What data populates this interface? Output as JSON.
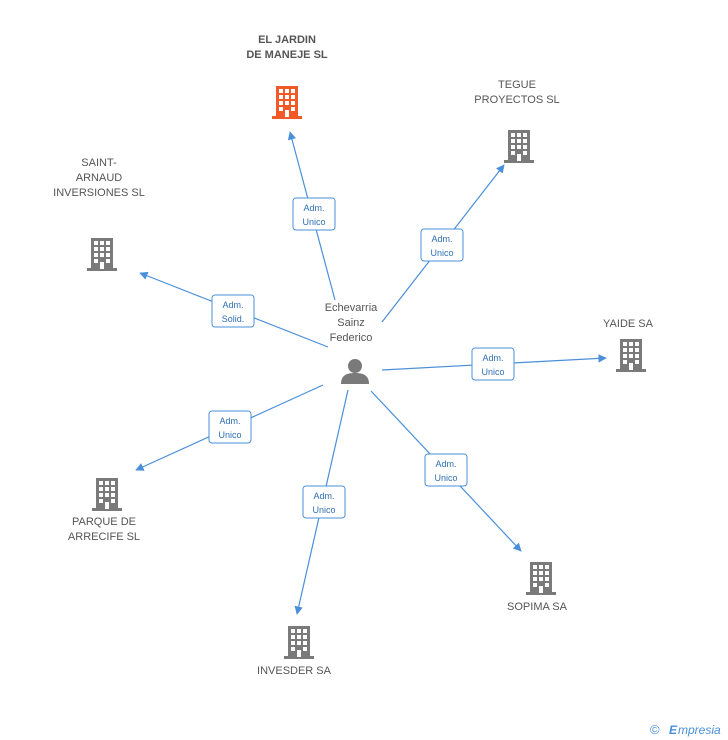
{
  "colors": {
    "edge": "#4a8fd9",
    "building": "#7a7a7a",
    "building_main": "#f05a28",
    "person": "#7a7a7a",
    "text": "#555555",
    "brand": "#4a8fd9"
  },
  "person": {
    "name_lines": [
      "Echevarria",
      "Sainz",
      "Federico"
    ],
    "icon": "person-icon"
  },
  "companies": [
    {
      "id": "el-jardin",
      "lines": [
        "EL JARDIN",
        "DE MANEJE SL"
      ],
      "main": true,
      "role": [
        "Adm.",
        "Unico"
      ]
    },
    {
      "id": "tegue",
      "lines": [
        "TEGUE",
        "PROYECTOS SL"
      ],
      "main": false,
      "role": [
        "Adm.",
        "Unico"
      ]
    },
    {
      "id": "saint-arnaud",
      "lines": [
        "SAINT-",
        "ARNAUD",
        "INVERSIONES SL"
      ],
      "main": false,
      "role": [
        "Adm.",
        "Solid."
      ]
    },
    {
      "id": "yaide",
      "lines": [
        "YAIDE SA"
      ],
      "main": false,
      "role": [
        "Adm.",
        "Unico"
      ]
    },
    {
      "id": "parque",
      "lines": [
        "PARQUE DE",
        "ARRECIFE SL"
      ],
      "main": false,
      "role": [
        "Adm.",
        "Unico"
      ]
    },
    {
      "id": "sopima",
      "lines": [
        "SOPIMA SA"
      ],
      "main": false,
      "role": [
        "Adm.",
        "Unico"
      ]
    },
    {
      "id": "invesder",
      "lines": [
        "INVESDER SA"
      ],
      "main": false,
      "role": [
        "Adm.",
        "Unico"
      ]
    }
  ],
  "footer": {
    "copyright_symbol": "©",
    "brand_initial": "E",
    "brand_rest": "mpresia"
  }
}
